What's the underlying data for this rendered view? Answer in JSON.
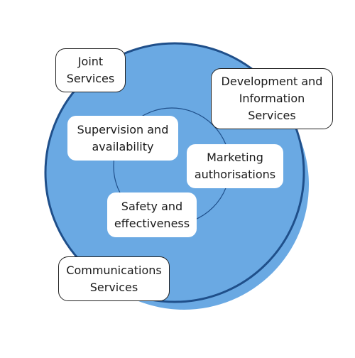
{
  "diagram": {
    "colors": {
      "disc_fill": "#6aa9e3",
      "disc_shadow": "#6aa9e3",
      "ring_stroke": "#1f4f8a",
      "inner_ring_stroke": "#1f4f8a",
      "box_fill": "#ffffff",
      "box_border": "#222222",
      "text": "#1a1a1a"
    },
    "outer_labels": {
      "joint": "Joint\nServices",
      "development": "Development and\nInformation\nServices",
      "communications": "Communications\nServices"
    },
    "inner_labels": {
      "supervision": "Supervision and\navailability",
      "marketing": "Marketing\nauthorisations",
      "safety": "Safety and\neffectiveness"
    }
  }
}
